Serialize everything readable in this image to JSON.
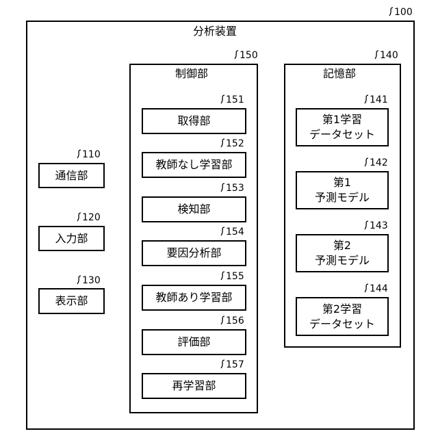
{
  "device": {
    "title": "分析装置",
    "ref": "100"
  },
  "control": {
    "title": "制御部",
    "ref": "150",
    "units": [
      {
        "label": "取得部",
        "ref": "151"
      },
      {
        "label": "教師なし学習部",
        "ref": "152"
      },
      {
        "label": "検知部",
        "ref": "153"
      },
      {
        "label": "要因分析部",
        "ref": "154"
      },
      {
        "label": "教師あり学習部",
        "ref": "155"
      },
      {
        "label": "評価部",
        "ref": "156"
      },
      {
        "label": "再学習部",
        "ref": "157"
      }
    ]
  },
  "storage": {
    "title": "記憶部",
    "ref": "140",
    "items": [
      {
        "line1": "第1学習",
        "line2": "データセット",
        "ref": "141"
      },
      {
        "line1": "第1",
        "line2": "予測モデル",
        "ref": "142"
      },
      {
        "line1": "第2",
        "line2": "予測モデル",
        "ref": "143"
      },
      {
        "line1": "第2学習",
        "line2": "データセット",
        "ref": "144"
      }
    ]
  },
  "left_units": [
    {
      "label": "通信部",
      "ref": "110"
    },
    {
      "label": "入力部",
      "ref": "120"
    },
    {
      "label": "表示部",
      "ref": "130"
    }
  ]
}
